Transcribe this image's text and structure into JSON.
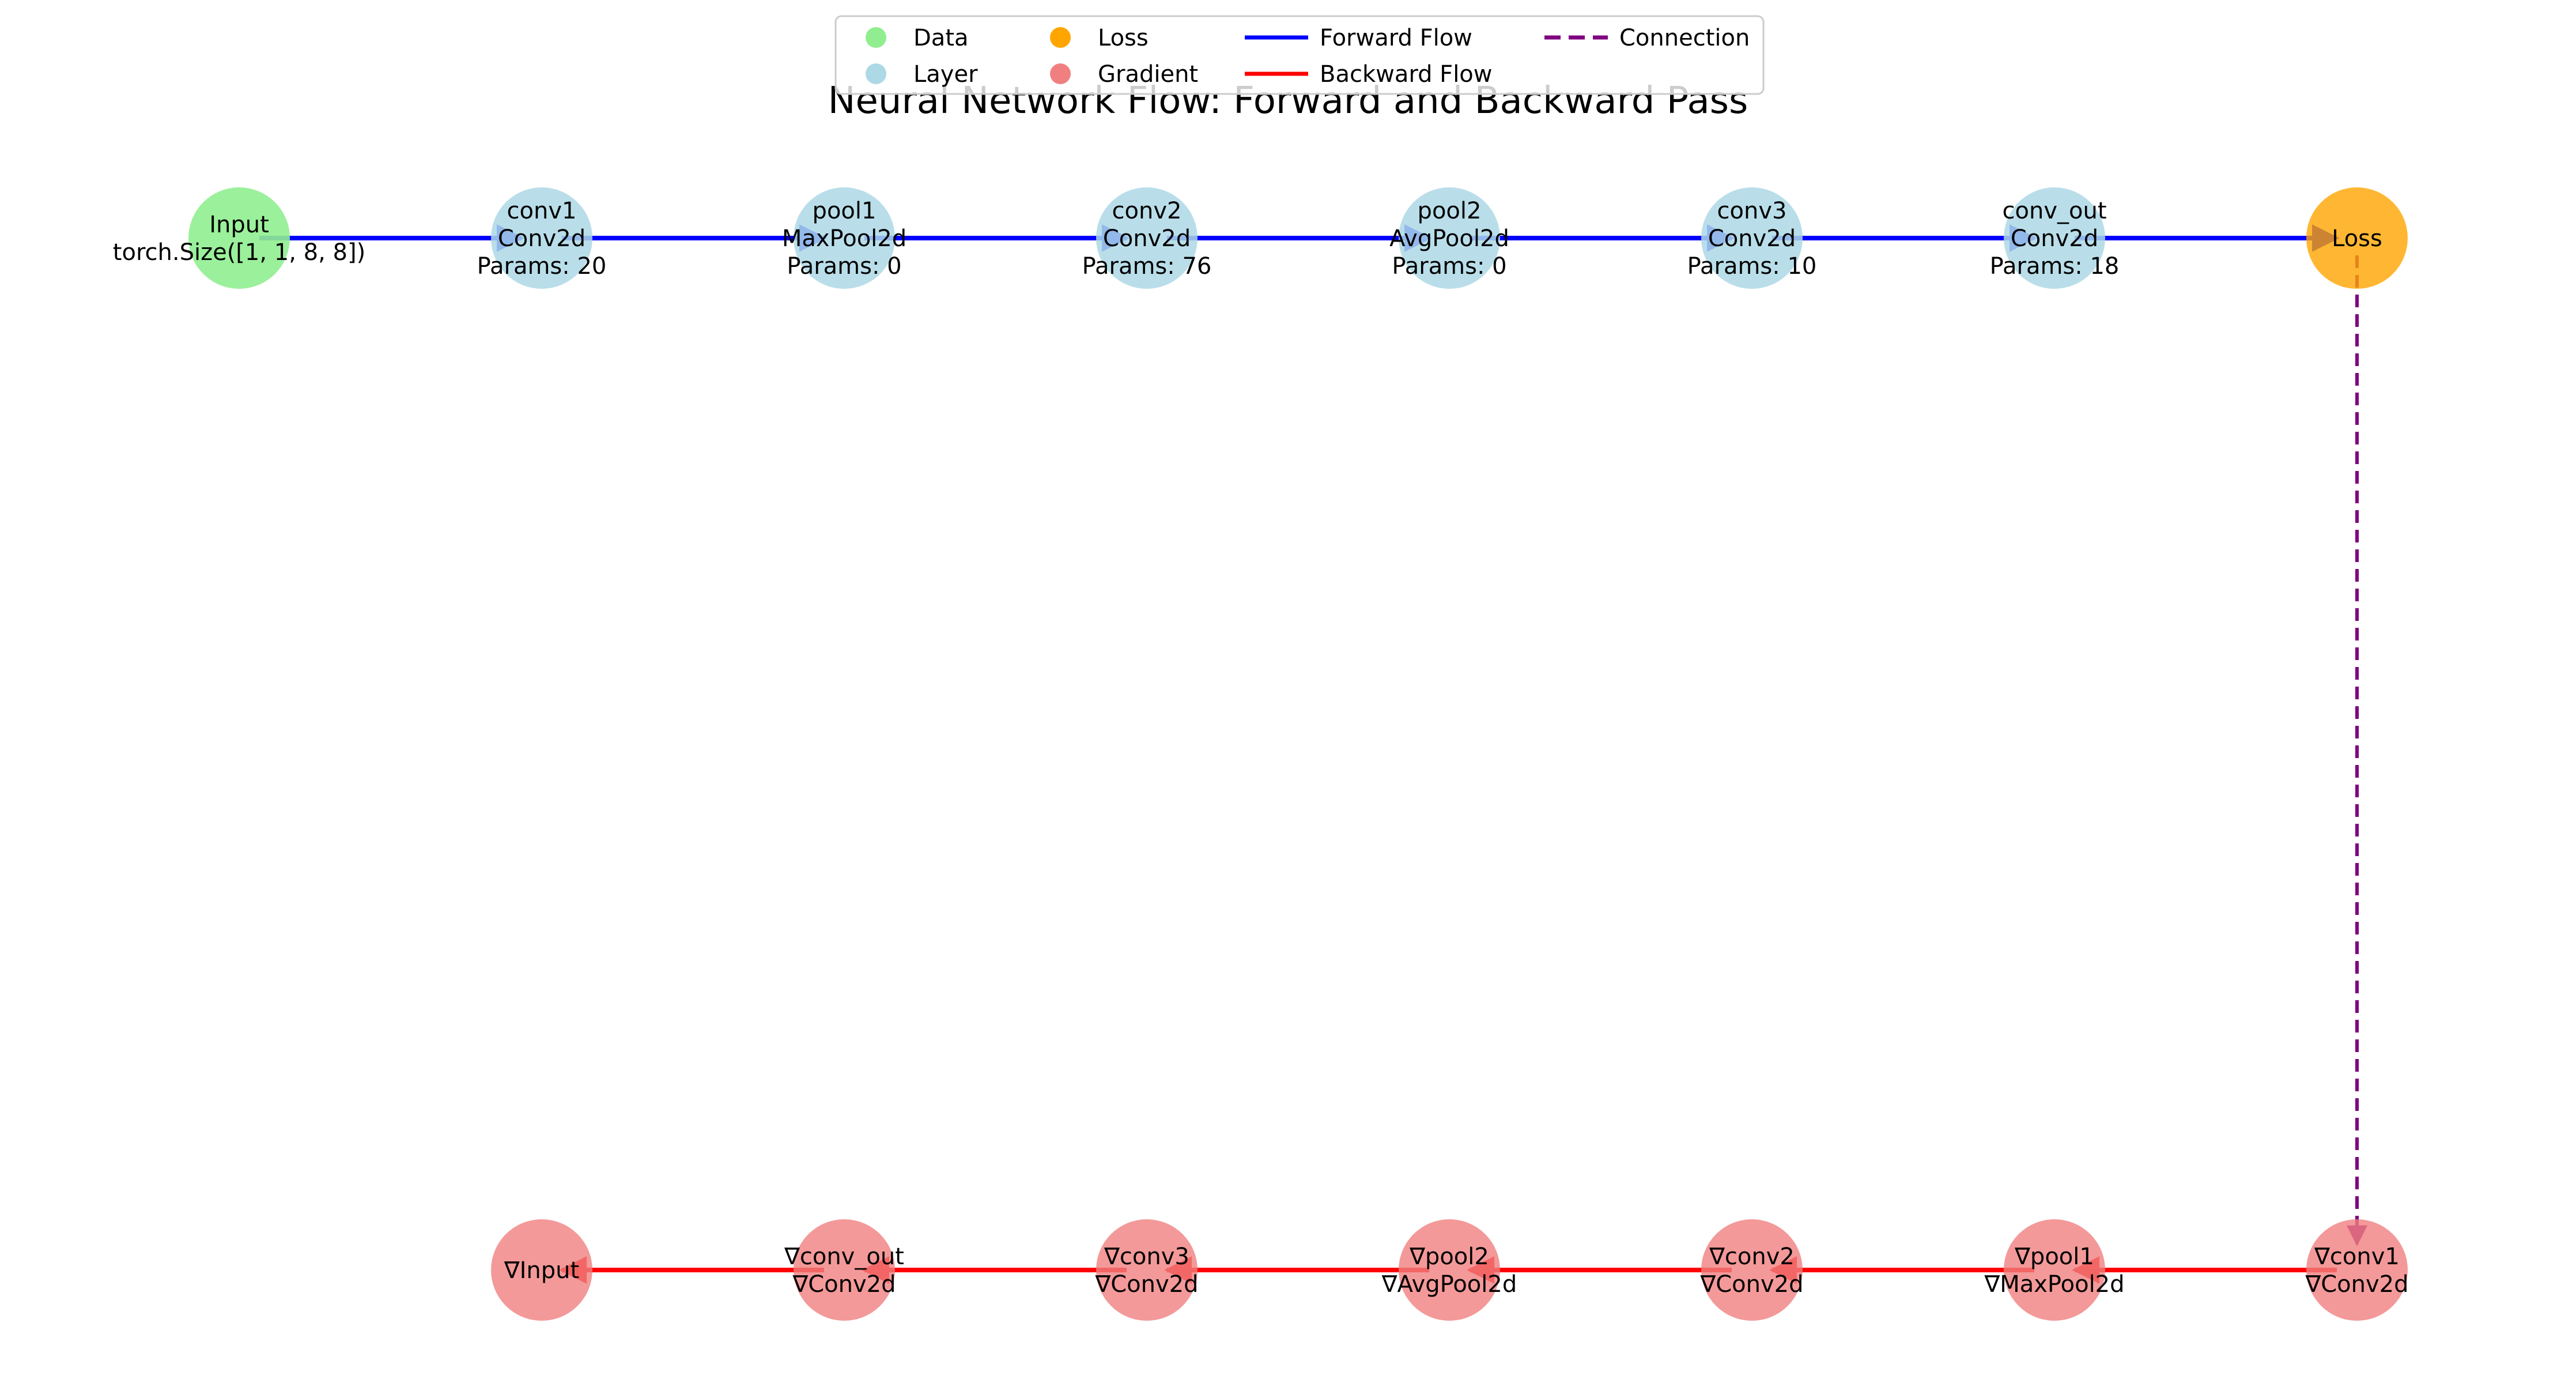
{
  "title": "Neural Network Flow: Forward and Backward Pass",
  "colors": {
    "data": "#90ee90",
    "layer": "#add8e6",
    "loss": "#ffa500",
    "gradient": "#f08080",
    "forward": "#0000ff",
    "backward": "#ff0000",
    "connection": "#800080"
  },
  "legend": [
    {
      "label": "Data",
      "kind": "marker",
      "color": "#90ee90"
    },
    {
      "label": "Layer",
      "kind": "marker",
      "color": "#add8e6"
    },
    {
      "label": "Loss",
      "kind": "marker",
      "color": "#ffa500"
    },
    {
      "label": "Gradient",
      "kind": "marker",
      "color": "#f08080"
    },
    {
      "label": "Forward Flow",
      "kind": "line",
      "color": "#0000ff"
    },
    {
      "label": "Backward Flow",
      "kind": "line",
      "color": "#ff0000"
    },
    {
      "label": "Connection",
      "kind": "dashed",
      "color": "#800080"
    }
  ],
  "forward_nodes": [
    {
      "id": "input",
      "type": "data",
      "lines": [
        "Input",
        "torch.Size([1, 1, 8, 8])"
      ]
    },
    {
      "id": "conv1",
      "type": "layer",
      "lines": [
        "conv1",
        "Conv2d",
        "Params: 20"
      ]
    },
    {
      "id": "pool1",
      "type": "layer",
      "lines": [
        "pool1",
        "MaxPool2d",
        "Params: 0"
      ]
    },
    {
      "id": "conv2",
      "type": "layer",
      "lines": [
        "conv2",
        "Conv2d",
        "Params: 76"
      ]
    },
    {
      "id": "pool2",
      "type": "layer",
      "lines": [
        "pool2",
        "AvgPool2d",
        "Params: 0"
      ]
    },
    {
      "id": "conv3",
      "type": "layer",
      "lines": [
        "conv3",
        "Conv2d",
        "Params: 10"
      ]
    },
    {
      "id": "conv_out",
      "type": "layer",
      "lines": [
        "conv_out",
        "Conv2d",
        "Params: 18"
      ]
    },
    {
      "id": "loss",
      "type": "loss",
      "lines": [
        "Loss"
      ]
    }
  ],
  "backward_nodes": [
    {
      "id": "grad-input",
      "lines": [
        "∇Input"
      ]
    },
    {
      "id": "grad-conv_out",
      "lines": [
        "∇conv_out",
        "∇Conv2d"
      ]
    },
    {
      "id": "grad-conv3",
      "lines": [
        "∇conv3",
        "∇Conv2d"
      ]
    },
    {
      "id": "grad-pool2",
      "lines": [
        "∇pool2",
        "∇AvgPool2d"
      ]
    },
    {
      "id": "grad-conv2",
      "lines": [
        "∇conv2",
        "∇Conv2d"
      ]
    },
    {
      "id": "grad-pool1",
      "lines": [
        "∇pool1",
        "∇MaxPool2d"
      ]
    },
    {
      "id": "grad-conv1",
      "lines": [
        "∇conv1",
        "∇Conv2d"
      ]
    }
  ]
}
